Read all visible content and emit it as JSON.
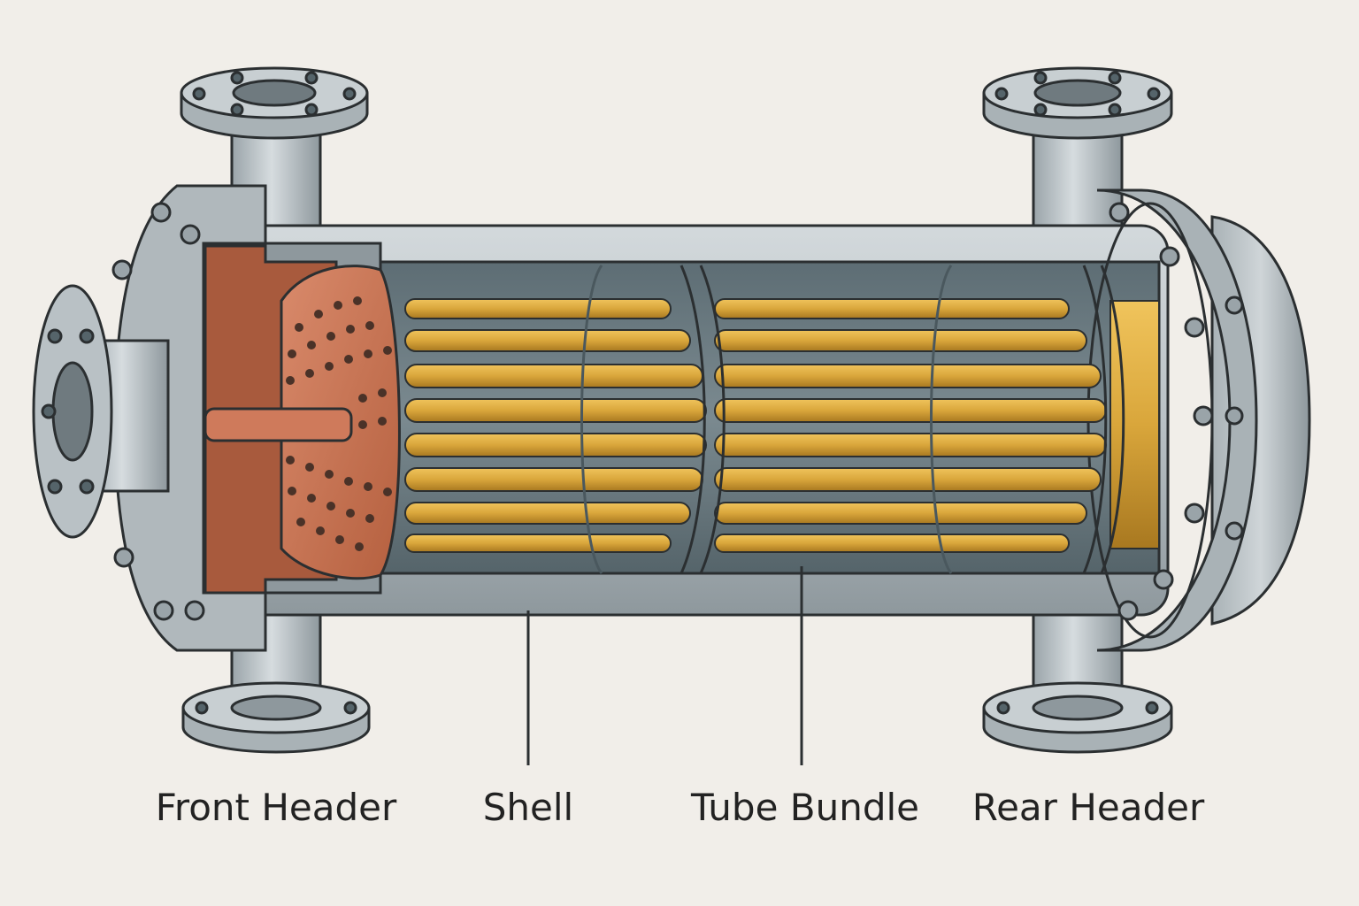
{
  "labels": {
    "front_header": "Front Header",
    "shell": "Shell",
    "tube_bundle": "Tube Bundle",
    "rear_header": "Rear Header"
  },
  "colors": {
    "background": "#f1eee9",
    "steel": "#b9c1c5",
    "steel_dark": "#8e989d",
    "shell_interior": "#6f7f86",
    "copper": "#c9785a",
    "copper_dark": "#9c4f36",
    "tube_gold": "#d9a63b",
    "tube_gold_dark": "#a87820",
    "outline": "#2b2f31"
  }
}
